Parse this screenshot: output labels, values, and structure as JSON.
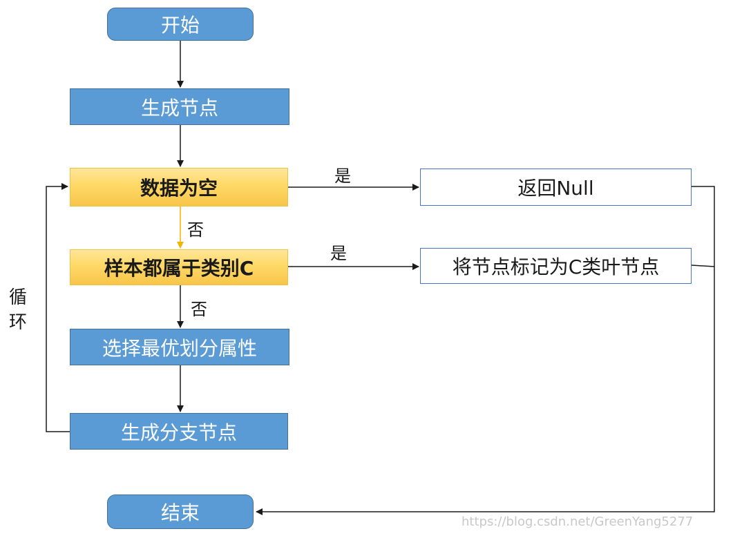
{
  "nodes": {
    "start": "开始",
    "create_node": "生成节点",
    "data_empty": "数据为空",
    "same_class": "样本都属于类别C",
    "select_attr": "选择最优划分属性",
    "create_branch": "生成分支节点",
    "end": "结束",
    "return_null": "返回Null",
    "mark_leaf": "将节点标记为C类叶节点"
  },
  "labels": {
    "yes_1": "是",
    "yes_2": "是",
    "no_1": "否",
    "no_2": "否",
    "loop_1": "循",
    "loop_2": "环"
  },
  "watermark": "https://blog.csdn.net/GreenYang5277",
  "colors": {
    "blue_fill": "#5b9bd5",
    "orange_fill": "#ffd966",
    "outline_border": "#4472c4",
    "arrow": "#1a1a1a",
    "orange_arrow": "#f0b400"
  }
}
